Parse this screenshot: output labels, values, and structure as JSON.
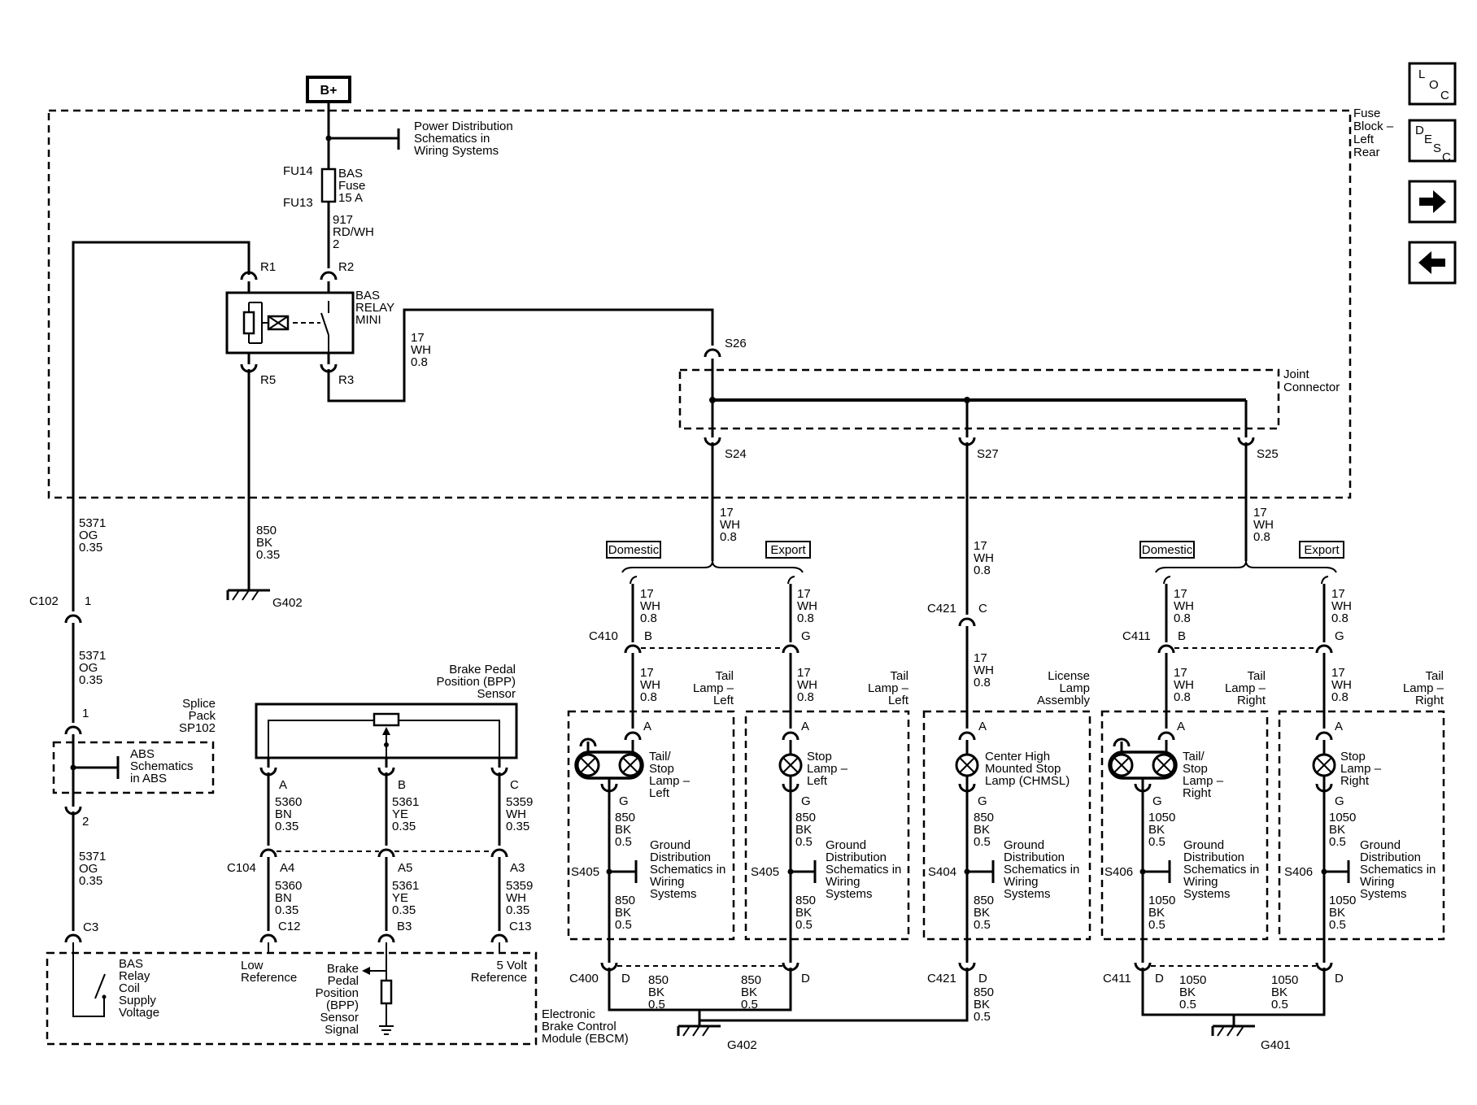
{
  "supply": "B+",
  "fuse_block": [
    "Fuse",
    "Block –",
    "Left",
    "Rear"
  ],
  "power_dist": [
    "Power Distribution",
    "Schematics in",
    "Wiring Systems"
  ],
  "fuse": {
    "top": "FU14",
    "bottom": "FU13",
    "name": [
      "BAS",
      "Fuse",
      "15 A"
    ]
  },
  "wire_917": [
    "917",
    "RD/WH",
    "2"
  ],
  "relay": {
    "name": [
      "BAS",
      "RELAY",
      "MINI"
    ],
    "r1": "R1",
    "r2": "R2",
    "r3": "R3",
    "r5": "R5"
  },
  "wire_17_relay": [
    "17",
    "WH",
    "0.8"
  ],
  "joint": {
    "label": [
      "Joint",
      "Connector"
    ],
    "s26": "S26",
    "s24": "S24",
    "s27": "S27",
    "s25": "S25"
  },
  "wire_5371": [
    "5371",
    "OG",
    "0.35"
  ],
  "wire_850": [
    "850",
    "BK",
    "0.35"
  ],
  "ground_g402": "G402",
  "ground_g401": "G401",
  "c102": {
    "name": "C102",
    "pin1": "1"
  },
  "splice": {
    "label": [
      "Splice",
      "Pack",
      "SP102"
    ],
    "pin1": "1",
    "pin2": "2",
    "abs": [
      "ABS",
      "Schematics",
      "in ABS"
    ]
  },
  "c3": "C3",
  "bpp": {
    "label": [
      "Brake Pedal",
      "Position (BPP)",
      "Sensor"
    ],
    "a": "A",
    "b": "B",
    "c": "C"
  },
  "wire_5360": [
    "5360",
    "BN",
    "0.35"
  ],
  "wire_5361": [
    "5361",
    "YE",
    "0.35"
  ],
  "wire_5359": [
    "5359",
    "WH",
    "0.35"
  ],
  "c104": {
    "name": "C104",
    "a4": "A4",
    "a5": "A5",
    "a3": "A3"
  },
  "ebcm_pins": {
    "c12": "C12",
    "b3": "B3",
    "c13": "C13"
  },
  "ebcm": {
    "coil": [
      "BAS",
      "Relay",
      "Coil",
      "Supply",
      "Voltage"
    ],
    "low": [
      "Low",
      "Reference"
    ],
    "signal": [
      "Brake",
      "Pedal",
      "Position",
      "(BPP)",
      "Sensor",
      "Signal"
    ],
    "five": [
      "5 Volt",
      "Reference"
    ],
    "name": [
      "Electronic",
      "Brake Control",
      "Module (EBCM)"
    ]
  },
  "domestic": "Domestic",
  "export": "Export",
  "wire_17": [
    "17",
    "WH",
    "0.8"
  ],
  "wire_850_05": [
    "850",
    "BK",
    "0.5"
  ],
  "wire_1050_05": [
    "1050",
    "BK",
    "0.5"
  ],
  "c410": {
    "name": "C410",
    "b": "B",
    "g": "G"
  },
  "c411": {
    "name": "C411",
    "b": "B",
    "g": "G"
  },
  "c421": {
    "name": "C421",
    "c": "C",
    "d": "D"
  },
  "c400": {
    "name": "C400",
    "d": "D"
  },
  "tail_left_lbl": [
    "Tail",
    "Lamp –",
    "Left"
  ],
  "tail_right_lbl": [
    "Tail",
    "Lamp –",
    "Right"
  ],
  "license_lbl": [
    "License",
    "Lamp",
    "Assembly"
  ],
  "tail_stop_left": [
    "Tail/",
    "Stop",
    "Lamp –",
    "Left"
  ],
  "stop_left": [
    "Stop",
    "Lamp –",
    "Left"
  ],
  "chmsl": [
    "Center High",
    "Mounted Stop",
    "Lamp (CHMSL)"
  ],
  "tail_stop_right": [
    "Tail/",
    "Stop",
    "Lamp –",
    "Right"
  ],
  "stop_right": [
    "Stop",
    "Lamp –",
    "Right"
  ],
  "pin_a": "A",
  "pin_g": "G",
  "pin_d": "D",
  "ground_dist": [
    "Ground",
    "Distribution",
    "Schematics in",
    "Wiring",
    "Systems"
  ],
  "s405": "S405",
  "s404": "S404",
  "s406": "S406",
  "nav": {
    "loc": [
      "L",
      "O",
      "C"
    ],
    "desc": [
      "D",
      "E",
      "S",
      "C"
    ],
    "next": "→",
    "prev": "←"
  }
}
